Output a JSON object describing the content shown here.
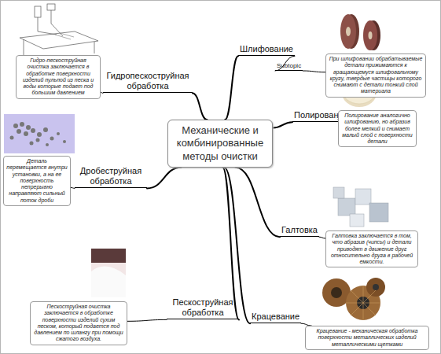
{
  "diagram": {
    "nodes": [
      {
        "text": [
          "Механические и комбинированные методы очистки"
        ]
      },
      {
        "text": [
          "Шлифование"
        ]
      },
      {
        "text": [
          "Subtopic"
        ]
      },
      {
        "text": [
          "При шлифовании обрабатываемые детали прижимаются к вращающемуся шлифовальному кругу, твердые частицы которого снимают с детали тонкий слой материала"
        ]
      },
      {
        "text": [
          "Полирование"
        ]
      },
      {
        "text": [
          "Полирование аналогично шлифованию, но абразив более мелкий и снимает малый слой с поверхности детали"
        ]
      },
      {
        "text": [
          "Галтовка"
        ]
      },
      {
        "text": [
          "Галтовка заключается в том, что абразив (чипсы) и детали приводят в движение друг относительно друга в рабочей емкости."
        ]
      },
      {
        "text": [
          "Крацевание"
        ]
      },
      {
        "text": [
          "Крацевание - механическая обработка поверхности металлических изделий металлическими щетками"
        ]
      },
      {
        "text": [
          "Пескоструйная обработка"
        ]
      },
      {
        "text": [
          "Пескоструйная очистка заключается в обработке поверхности изделий сухим песком, который подается под давлением по шлангу при помощи сжатого воздуха."
        ]
      },
      {
        "text": [
          "Дробеструйная обработка"
        ]
      },
      {
        "text": [
          "Деталь перемещается внутри установки, а на ее поверхность непрерывно направляют сильный поток дроби"
        ]
      },
      {
        "text": [
          "Гидропескоструйная обработка"
        ]
      },
      {
        "text": [
          "Гидро-пескоструйная очистка заключается в обработке поверхности изделий пульпой из песка и воды которые подает под большим давлением"
        ]
      }
    ],
    "edges": [
      {
        "from": 0,
        "to": 1,
        "arrow": "none"
      },
      {
        "from": 1,
        "to": 2,
        "arrow": "none"
      },
      {
        "from": 2,
        "to": 3,
        "arrow": "none"
      },
      {
        "from": 0,
        "to": 4,
        "arrow": "none"
      },
      {
        "from": 4,
        "to": 5,
        "arrow": "none"
      },
      {
        "from": 0,
        "to": 6,
        "arrow": "none"
      },
      {
        "from": 6,
        "to": 7,
        "arrow": "none"
      },
      {
        "from": 0,
        "to": 8,
        "arrow": "none"
      },
      {
        "from": 8,
        "to": 9,
        "arrow": "none"
      },
      {
        "from": 0,
        "to": 10,
        "arrow": "none"
      },
      {
        "from": 10,
        "to": 11,
        "arrow": "none"
      },
      {
        "from": 0,
        "to": 12,
        "arrow": "none"
      },
      {
        "from": 12,
        "to": 13,
        "arrow": "none"
      },
      {
        "from": 0,
        "to": 14,
        "arrow": "none"
      },
      {
        "from": 14,
        "to": 15,
        "arrow": "none"
      }
    ]
  }
}
